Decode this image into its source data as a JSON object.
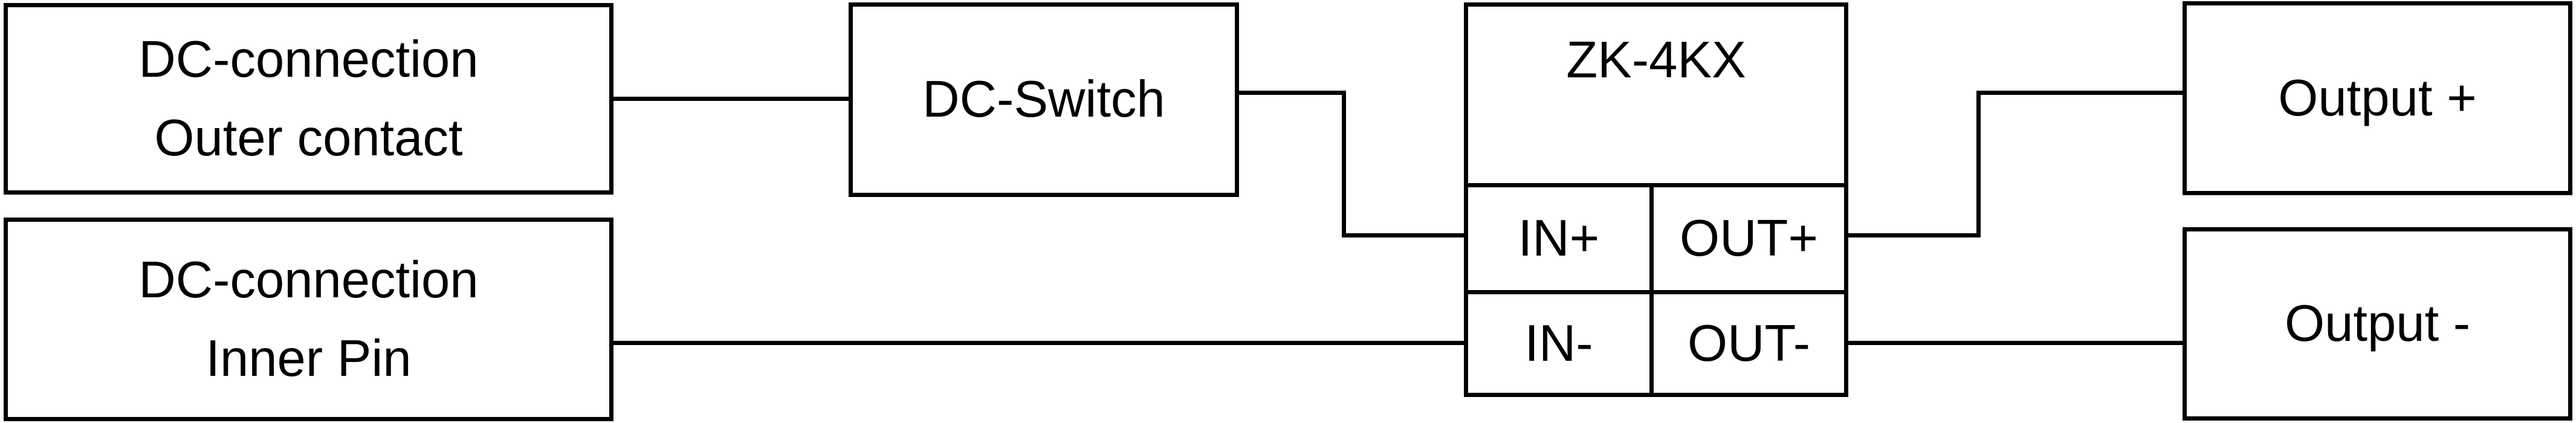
{
  "diagram": {
    "colors": {
      "line": "#000000",
      "background": "#ffffff"
    },
    "nodes": {
      "dc_outer": {
        "line1": "DC-connection",
        "line2": "Outer contact"
      },
      "dc_inner": {
        "line1": "DC-connection",
        "line2": "Inner Pin"
      },
      "dc_switch": {
        "label": "DC-Switch"
      },
      "zk": {
        "title": "ZK-4KX",
        "in_plus": "IN+",
        "out_plus": "OUT+",
        "in_minus": "IN-",
        "out_minus": "OUT-"
      },
      "output_plus": {
        "label": "Output +"
      },
      "output_minus": {
        "label": "Output -"
      }
    }
  }
}
